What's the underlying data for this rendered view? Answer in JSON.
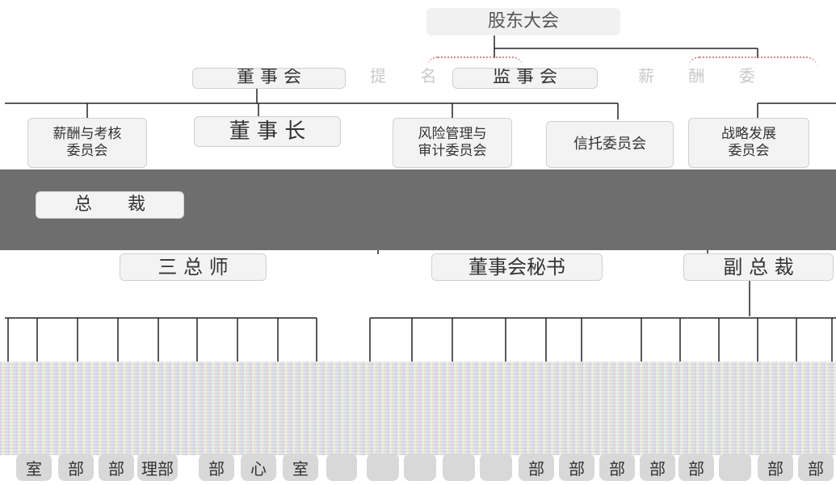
{
  "chart": {
    "top": {
      "shareholders": "股东大会"
    },
    "row2": {
      "board": "董 事 会",
      "nomination": "提 名 委",
      "supervisory": "监 事 会",
      "remuneration": "薪 酬 委"
    },
    "committees": {
      "pay_audit": [
        "薪酬与考核",
        "委员会"
      ],
      "chairman": "董 事 长",
      "risk_audit": [
        "风险管理与",
        "审计委员会"
      ],
      "trust": "信托委员会",
      "strategy": [
        "战略发展",
        "委员会"
      ]
    },
    "president": "总　　裁",
    "row5": {
      "chief_officers": "三 总 师",
      "board_secretary": "董事会秘书",
      "vice_president": "副 总 裁"
    },
    "departments": [
      "室",
      "部",
      "部",
      "理部",
      "部",
      "心",
      "室",
      "",
      "",
      "",
      "",
      "",
      "部",
      "部",
      "部",
      "部",
      "部",
      "",
      "部",
      "部"
    ]
  }
}
